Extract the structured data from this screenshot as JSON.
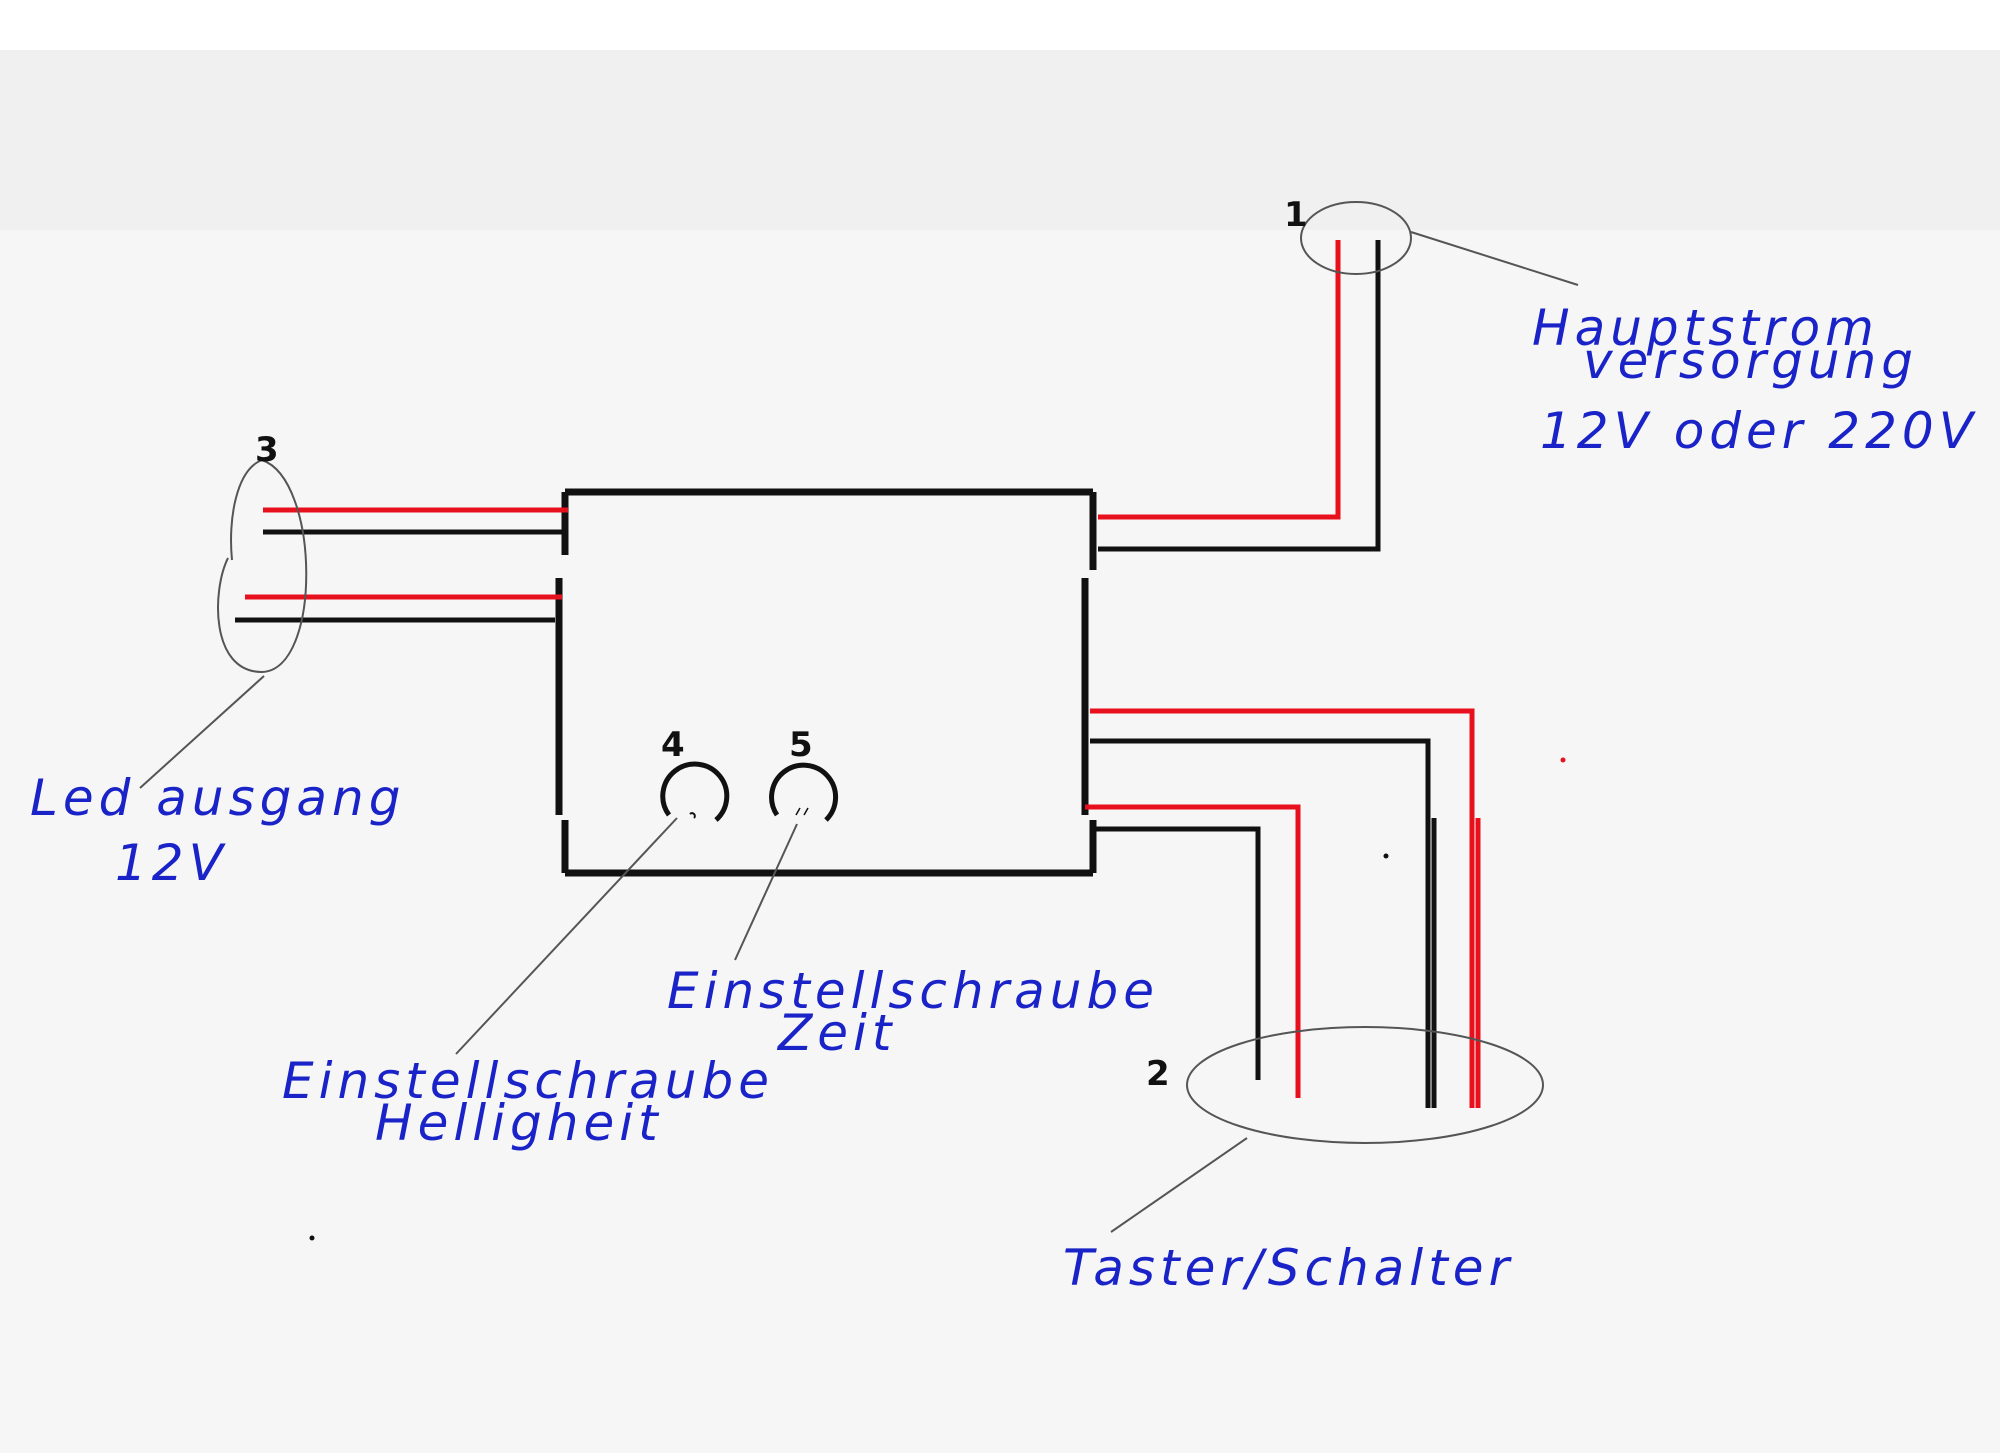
{
  "diagram": {
    "markers": [
      "1",
      "2",
      "3",
      "4",
      "5"
    ],
    "labels": {
      "main_power_line1": "Hauptstrom",
      "main_power_line2": "versorgung",
      "main_power_line3": "12V oder 220V",
      "led_output_line1": "Led ausgang",
      "led_output_line2": "12V",
      "screw_brightness_line1": "Einstellschraube",
      "screw_brightness_line2": "Helligheit",
      "screw_time_line1": "Einstellschraube",
      "screw_time_line2": "Zeit",
      "switch": "Taster/Schalter"
    },
    "colors": {
      "wire_live": "#e8101c",
      "wire_neutral": "#111111",
      "handwriting": "#1a23c8",
      "box": "#111111"
    }
  }
}
